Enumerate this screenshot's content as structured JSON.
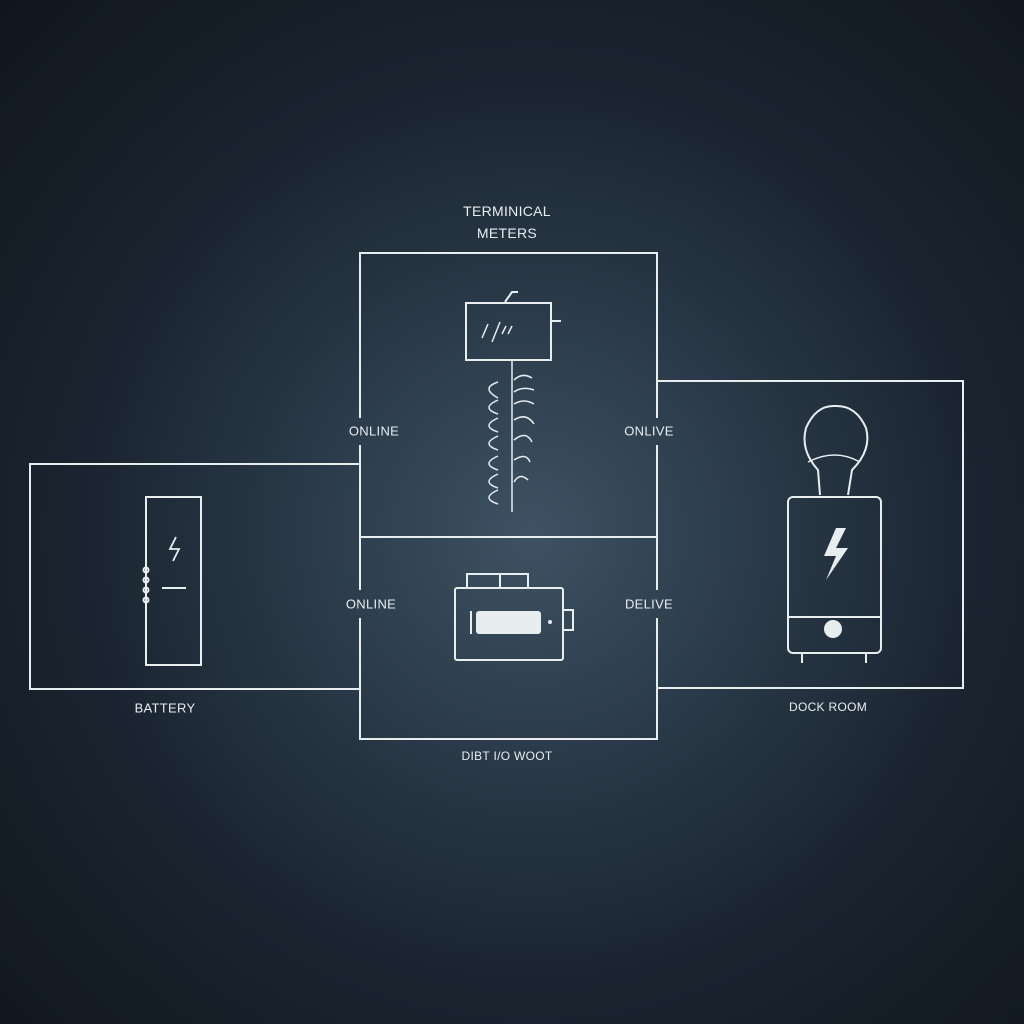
{
  "title": {
    "line1": "TERMINICAL",
    "line2": "METERS"
  },
  "labels": {
    "top_left": "ONLINE",
    "top_right": "ONLIVE",
    "bottom_left": "ONLINE",
    "bottom_right": "DELIVE",
    "battery": "BATTERY",
    "dock_room": "DOCK ROOM",
    "bottom_center": "DIBT I/O WOOT"
  },
  "colors": {
    "line": "#e8edf0",
    "background": "#1f2c38"
  },
  "icons": [
    "meter-icon",
    "coil-icon",
    "battery-cell-icon",
    "battery-level-icon",
    "bulb-icon",
    "power-unit-icon"
  ]
}
